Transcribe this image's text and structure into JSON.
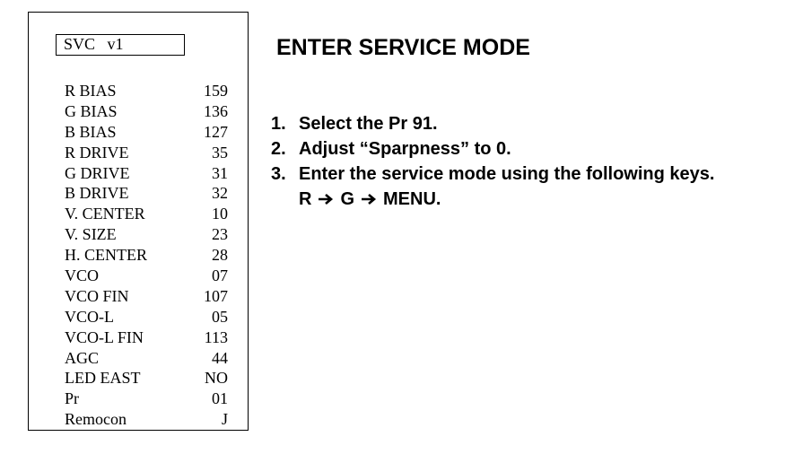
{
  "menu": {
    "title": "SVC   v1",
    "rows": [
      {
        "label": "R BIAS",
        "value": "159"
      },
      {
        "label": "G BIAS",
        "value": "136"
      },
      {
        "label": "B BIAS",
        "value": "127"
      },
      {
        "label": "R DRIVE",
        "value": "35"
      },
      {
        "label": "G DRIVE",
        "value": "31"
      },
      {
        "label": "B DRIVE",
        "value": "32"
      },
      {
        "label": "V. CENTER",
        "value": "10"
      },
      {
        "label": "V. SIZE",
        "value": "23"
      },
      {
        "label": "H. CENTER",
        "value": "28"
      },
      {
        "label": "VCO",
        "value": "07"
      },
      {
        "label": "VCO FIN",
        "value": "107"
      },
      {
        "label": "VCO-L",
        "value": "05"
      },
      {
        "label": "VCO-L FIN",
        "value": "113"
      },
      {
        "label": "AGC",
        "value": "44"
      },
      {
        "label": "LED EAST",
        "value": "NO"
      },
      {
        "label": "Pr",
        "value": "01"
      },
      {
        "label": "Remocon",
        "value": "J"
      }
    ]
  },
  "instructions": {
    "heading": "ENTER SERVICE MODE",
    "steps": [
      {
        "num": "1.",
        "text": "Select the Pr 91."
      },
      {
        "num": "2.",
        "text": "Adjust “Sparpness” to 0."
      },
      {
        "num": "3.",
        "text": "Enter the service mode using the following keys."
      }
    ],
    "key_sequence": [
      "R",
      "G",
      "MENU."
    ],
    "arrow_icon": "right-arrow-icon"
  }
}
